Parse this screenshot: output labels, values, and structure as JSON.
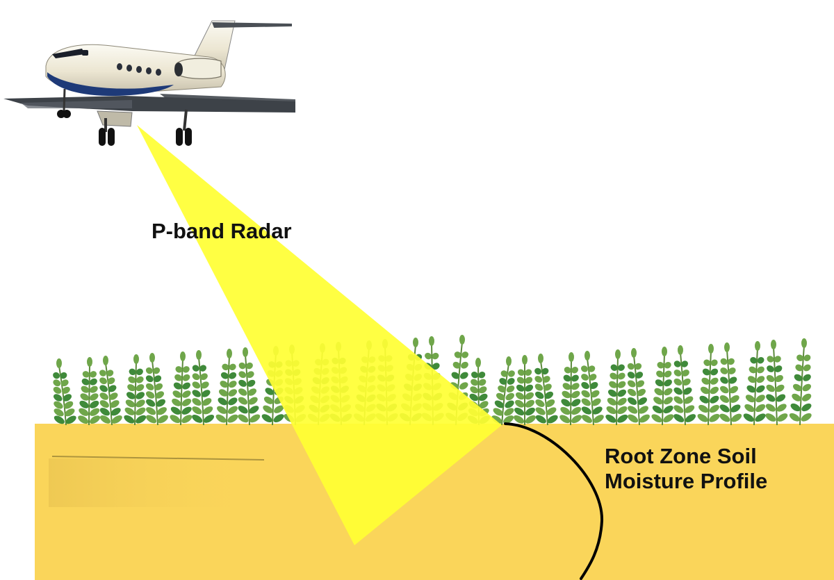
{
  "labels": {
    "radar": "P-band Radar",
    "soil_line1": "Root Zone Soil",
    "soil_line2": "Moisture Profile"
  },
  "colors": {
    "soil": "#fad55a",
    "beam": "#ffff33",
    "leaf": "#6fa64a",
    "leaf_dark": "#3f8a3a",
    "profile_curve": "#000000",
    "aircraft_body": "#f4f1e6",
    "aircraft_belly": "#1e3a78"
  },
  "icons": {
    "aircraft": "jet-aircraft-icon",
    "plant": "fern-plant-icon"
  }
}
